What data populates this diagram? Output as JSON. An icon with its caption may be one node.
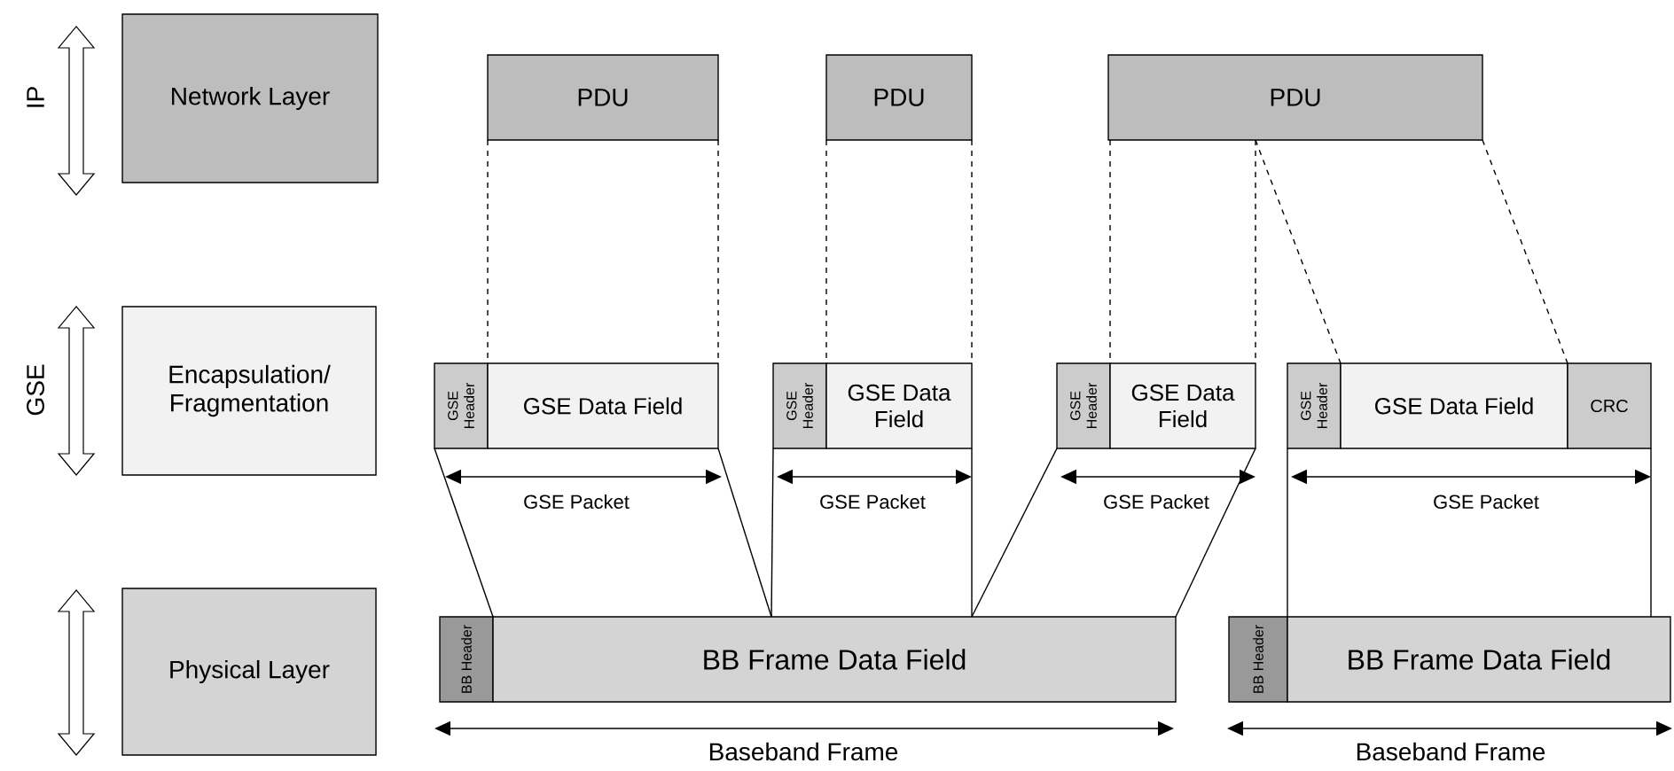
{
  "diagram": {
    "nodes": [
      {
        "text": [
          "Network Layer"
        ]
      },
      {
        "text": [
          "Encapsulation/ Fragmentation"
        ]
      },
      {
        "text": [
          "Physical Layer"
        ]
      },
      {
        "text": [
          "PDU"
        ]
      },
      {
        "text": [
          "PDU"
        ]
      },
      {
        "text": [
          "PDU"
        ]
      },
      {
        "text": [
          "GSE Header"
        ]
      },
      {
        "text": [
          "GSE Data Field"
        ]
      },
      {
        "text": [
          "GSE Header"
        ]
      },
      {
        "text": [
          "GSE Data Field"
        ]
      },
      {
        "text": [
          "GSE Header"
        ]
      },
      {
        "text": [
          "GSE Data Field"
        ]
      },
      {
        "text": [
          "GSE Header"
        ]
      },
      {
        "text": [
          "GSE Data Field"
        ]
      },
      {
        "text": [
          "CRC"
        ]
      },
      {
        "text": [
          "BB Header"
        ]
      },
      {
        "text": [
          "BB Frame Data Field"
        ]
      },
      {
        "text": [
          "BB Header"
        ]
      },
      {
        "text": [
          "BB Frame Data Field"
        ]
      }
    ],
    "edges": [
      {
        "from": 3,
        "to": 7,
        "arrow": "none",
        "style": "dashed"
      },
      {
        "from": 3,
        "to": 7,
        "arrow": "none",
        "style": "dashed"
      },
      {
        "from": 4,
        "to": 9,
        "arrow": "none",
        "style": "dashed"
      },
      {
        "from": 4,
        "to": 9,
        "arrow": "none",
        "style": "dashed"
      },
      {
        "from": 5,
        "to": 11,
        "arrow": "none",
        "style": "dashed"
      },
      {
        "from": 5,
        "to": 11,
        "arrow": "none",
        "style": "dashed"
      },
      {
        "from": 5,
        "to": 13,
        "arrow": "none",
        "style": "dashed"
      },
      {
        "from": 5,
        "to": 13,
        "arrow": "none",
        "style": "dashed"
      },
      {
        "from": 6,
        "to": 16,
        "arrow": "none"
      },
      {
        "from": 7,
        "to": 16,
        "arrow": "none"
      },
      {
        "from": 8,
        "to": 16,
        "arrow": "none"
      },
      {
        "from": 9,
        "to": 16,
        "arrow": "none"
      },
      {
        "from": 10,
        "to": 16,
        "arrow": "none"
      },
      {
        "from": 11,
        "to": 16,
        "arrow": "none"
      },
      {
        "from": 12,
        "to": 18,
        "arrow": "none"
      },
      {
        "from": 14,
        "to": 18,
        "arrow": "none"
      }
    ],
    "labels": [
      "IP",
      "GSE",
      "GSE Packet",
      "GSE Packet",
      "GSE Packet",
      "GSE Packet",
      "Baseband Frame",
      "Baseband Frame"
    ]
  }
}
